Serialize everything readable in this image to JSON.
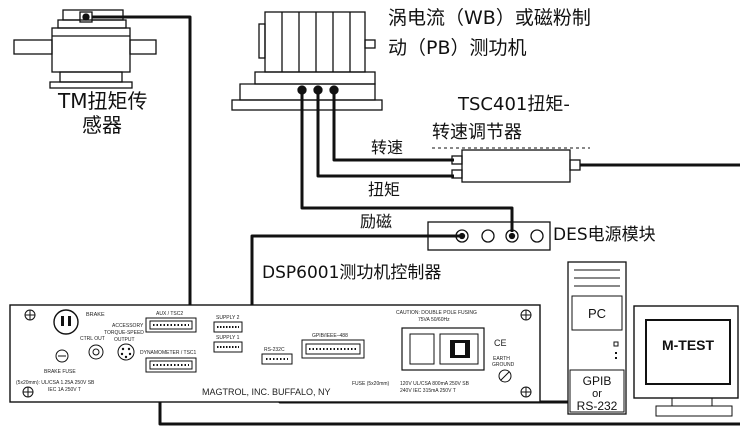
{
  "labels": {
    "tm_sensor_1": "TM扭矩传",
    "tm_sensor_2": "感器",
    "dyno_1": "涡电流（WB）或磁粉制",
    "dyno_2": "动（PB）测功机",
    "tsc_1": "TSC401扭矩-",
    "tsc_2": "转速调节器",
    "speed": "转速",
    "torque": "扭矩",
    "excitation": "励磁",
    "des": "DES电源模块",
    "dsp": "DSP6001测功机控制器"
  },
  "panel": {
    "brake": "BRAKE",
    "brake_fuse": "BRAKE FUSE",
    "ctrl_out": "CTRL OUT",
    "accessory_1": "ACCESSORY",
    "accessory_2": "TORQUE-SPEED",
    "accessory_3": "OUTPUT",
    "aux": "AUX / TSC2",
    "dyn": "DYNAMOMETER / TSC1",
    "supply2": "SUPPLY 2",
    "supply1": "SUPPLY 1",
    "rs232": "RS-232C",
    "gpib": "GPIB/IEEE–488",
    "fuse_left_1": "(5x20mm): UL/CSA  1.25A  250V  SB",
    "fuse_left_2": "IEC  1A  250V  T",
    "caution_1": "CAUTION:  DOUBLE POLE FUSING",
    "caution_2": "75VA  50/60Hz",
    "ce": "CE",
    "earth_1": "EARTH",
    "earth_2": "GROUND",
    "maker": "MAGTROL, INC.  BUFFALO, NY",
    "fuse_right": "FUSE  (5x20mm)",
    "fuse_right_1": "120V  UL/CSA  800mA  250V  SB",
    "fuse_right_2": "240V  IEC  315mA  250V  T"
  },
  "pc": {
    "pc_label": "PC",
    "gpib": "GPIB",
    "or": "or",
    "rs232": "RS-232",
    "monitor": "M-TEST"
  }
}
